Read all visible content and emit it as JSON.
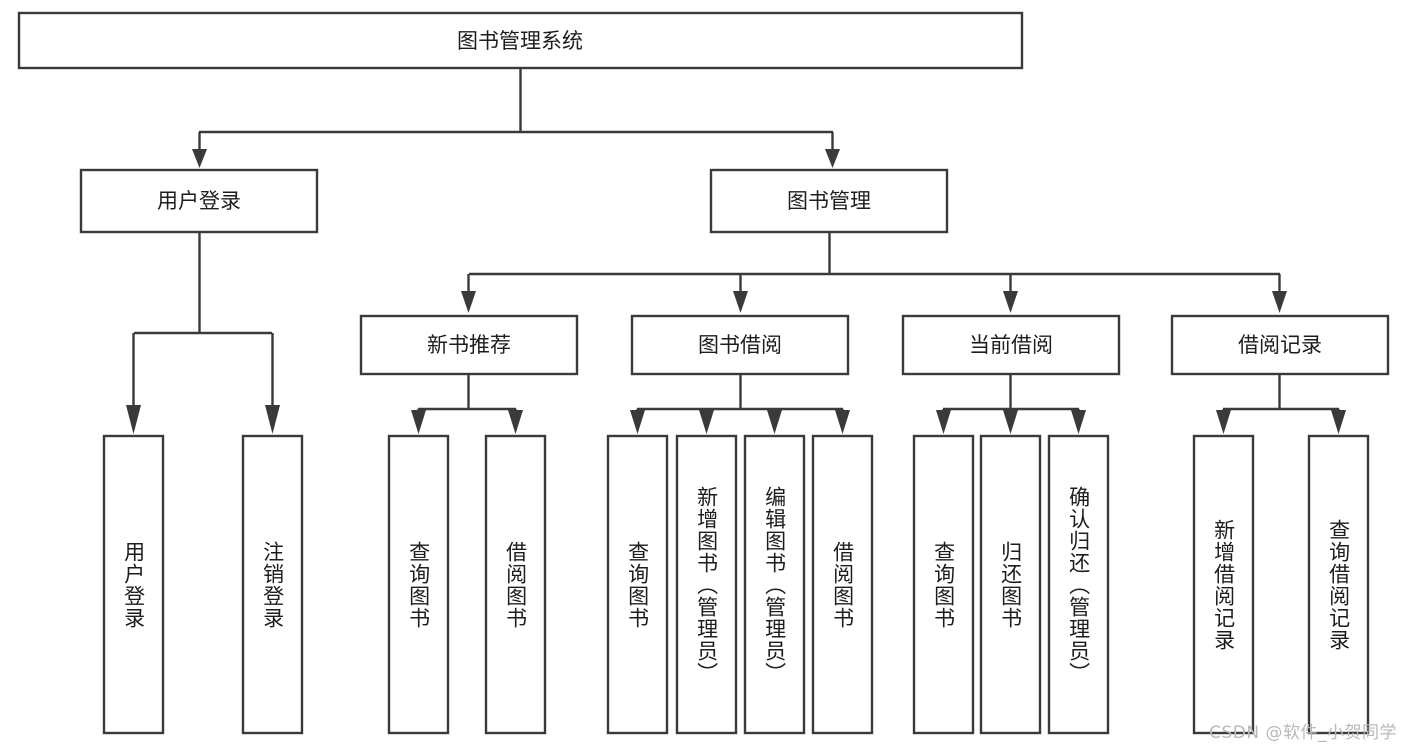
{
  "diagram": {
    "title": "图书管理系统",
    "type": "tree-hierarchy",
    "watermark": "CSDN @软件_小贺同学",
    "colors": {
      "box_stroke": "#3a3a3a",
      "box_fill": "#ffffff",
      "text": "#1d1d1d",
      "background": "#ffffff",
      "watermark": "#b9b9b9"
    },
    "levels": {
      "root": {
        "label": "图书管理系统"
      },
      "level2": [
        {
          "id": "user-login",
          "label": "用户登录"
        },
        {
          "id": "book-management",
          "label": "图书管理"
        }
      ],
      "level3": [
        {
          "id": "new-book-recommend",
          "label": "新书推荐"
        },
        {
          "id": "book-borrow",
          "label": "图书借阅"
        },
        {
          "id": "current-borrow",
          "label": "当前借阅"
        },
        {
          "id": "borrow-record",
          "label": "借阅记录"
        }
      ],
      "leaves": [
        {
          "id": "leaf-user-login",
          "label": "用户登录",
          "parent": "user-login"
        },
        {
          "id": "leaf-logout-login",
          "label": "注销登录",
          "parent": "user-login"
        },
        {
          "id": "leaf-query-book-1",
          "label": "查询图书",
          "parent": "new-book-recommend"
        },
        {
          "id": "leaf-borrow-book-1",
          "label": "借阅图书",
          "parent": "new-book-recommend"
        },
        {
          "id": "leaf-query-book-2",
          "label": "查询图书",
          "parent": "book-borrow"
        },
        {
          "id": "leaf-add-book",
          "label": "新增图书（管理员）",
          "parent": "book-borrow"
        },
        {
          "id": "leaf-edit-book",
          "label": "编辑图书（管理员）",
          "parent": "book-borrow"
        },
        {
          "id": "leaf-borrow-book-2",
          "label": "借阅图书",
          "parent": "book-borrow"
        },
        {
          "id": "leaf-query-book-3",
          "label": "查询图书",
          "parent": "current-borrow"
        },
        {
          "id": "leaf-return-book",
          "label": "归还图书",
          "parent": "current-borrow"
        },
        {
          "id": "leaf-confirm-return",
          "label": "确认归还（管理员）",
          "parent": "current-borrow"
        },
        {
          "id": "leaf-add-record",
          "label": "新增借阅记录",
          "parent": "borrow-record"
        },
        {
          "id": "leaf-query-record",
          "label": "查询借阅记录",
          "parent": "borrow-record"
        }
      ]
    }
  }
}
